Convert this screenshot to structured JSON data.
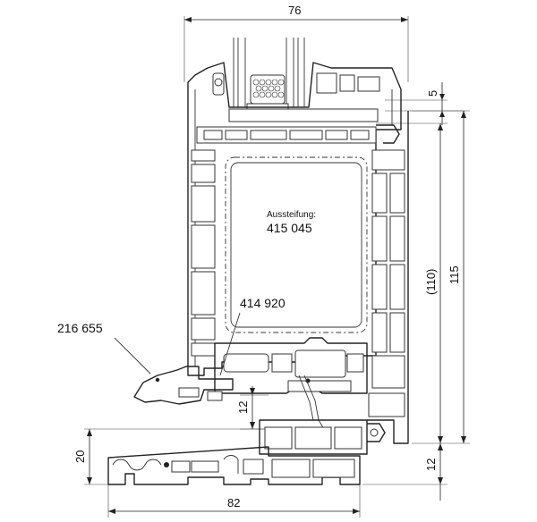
{
  "dimensions": {
    "top_width": "76",
    "glass_offset": "5",
    "overall_height": "115",
    "inner_height": "(110)",
    "bottom_offset": "12",
    "sill_height": "20",
    "left_offset": "12",
    "bottom_width": "82"
  },
  "labels": {
    "reinforcement_title": "Aussteifung:",
    "reinforcement_code": "415 045",
    "seal_part": "414 920",
    "sill_part": "216 655"
  }
}
